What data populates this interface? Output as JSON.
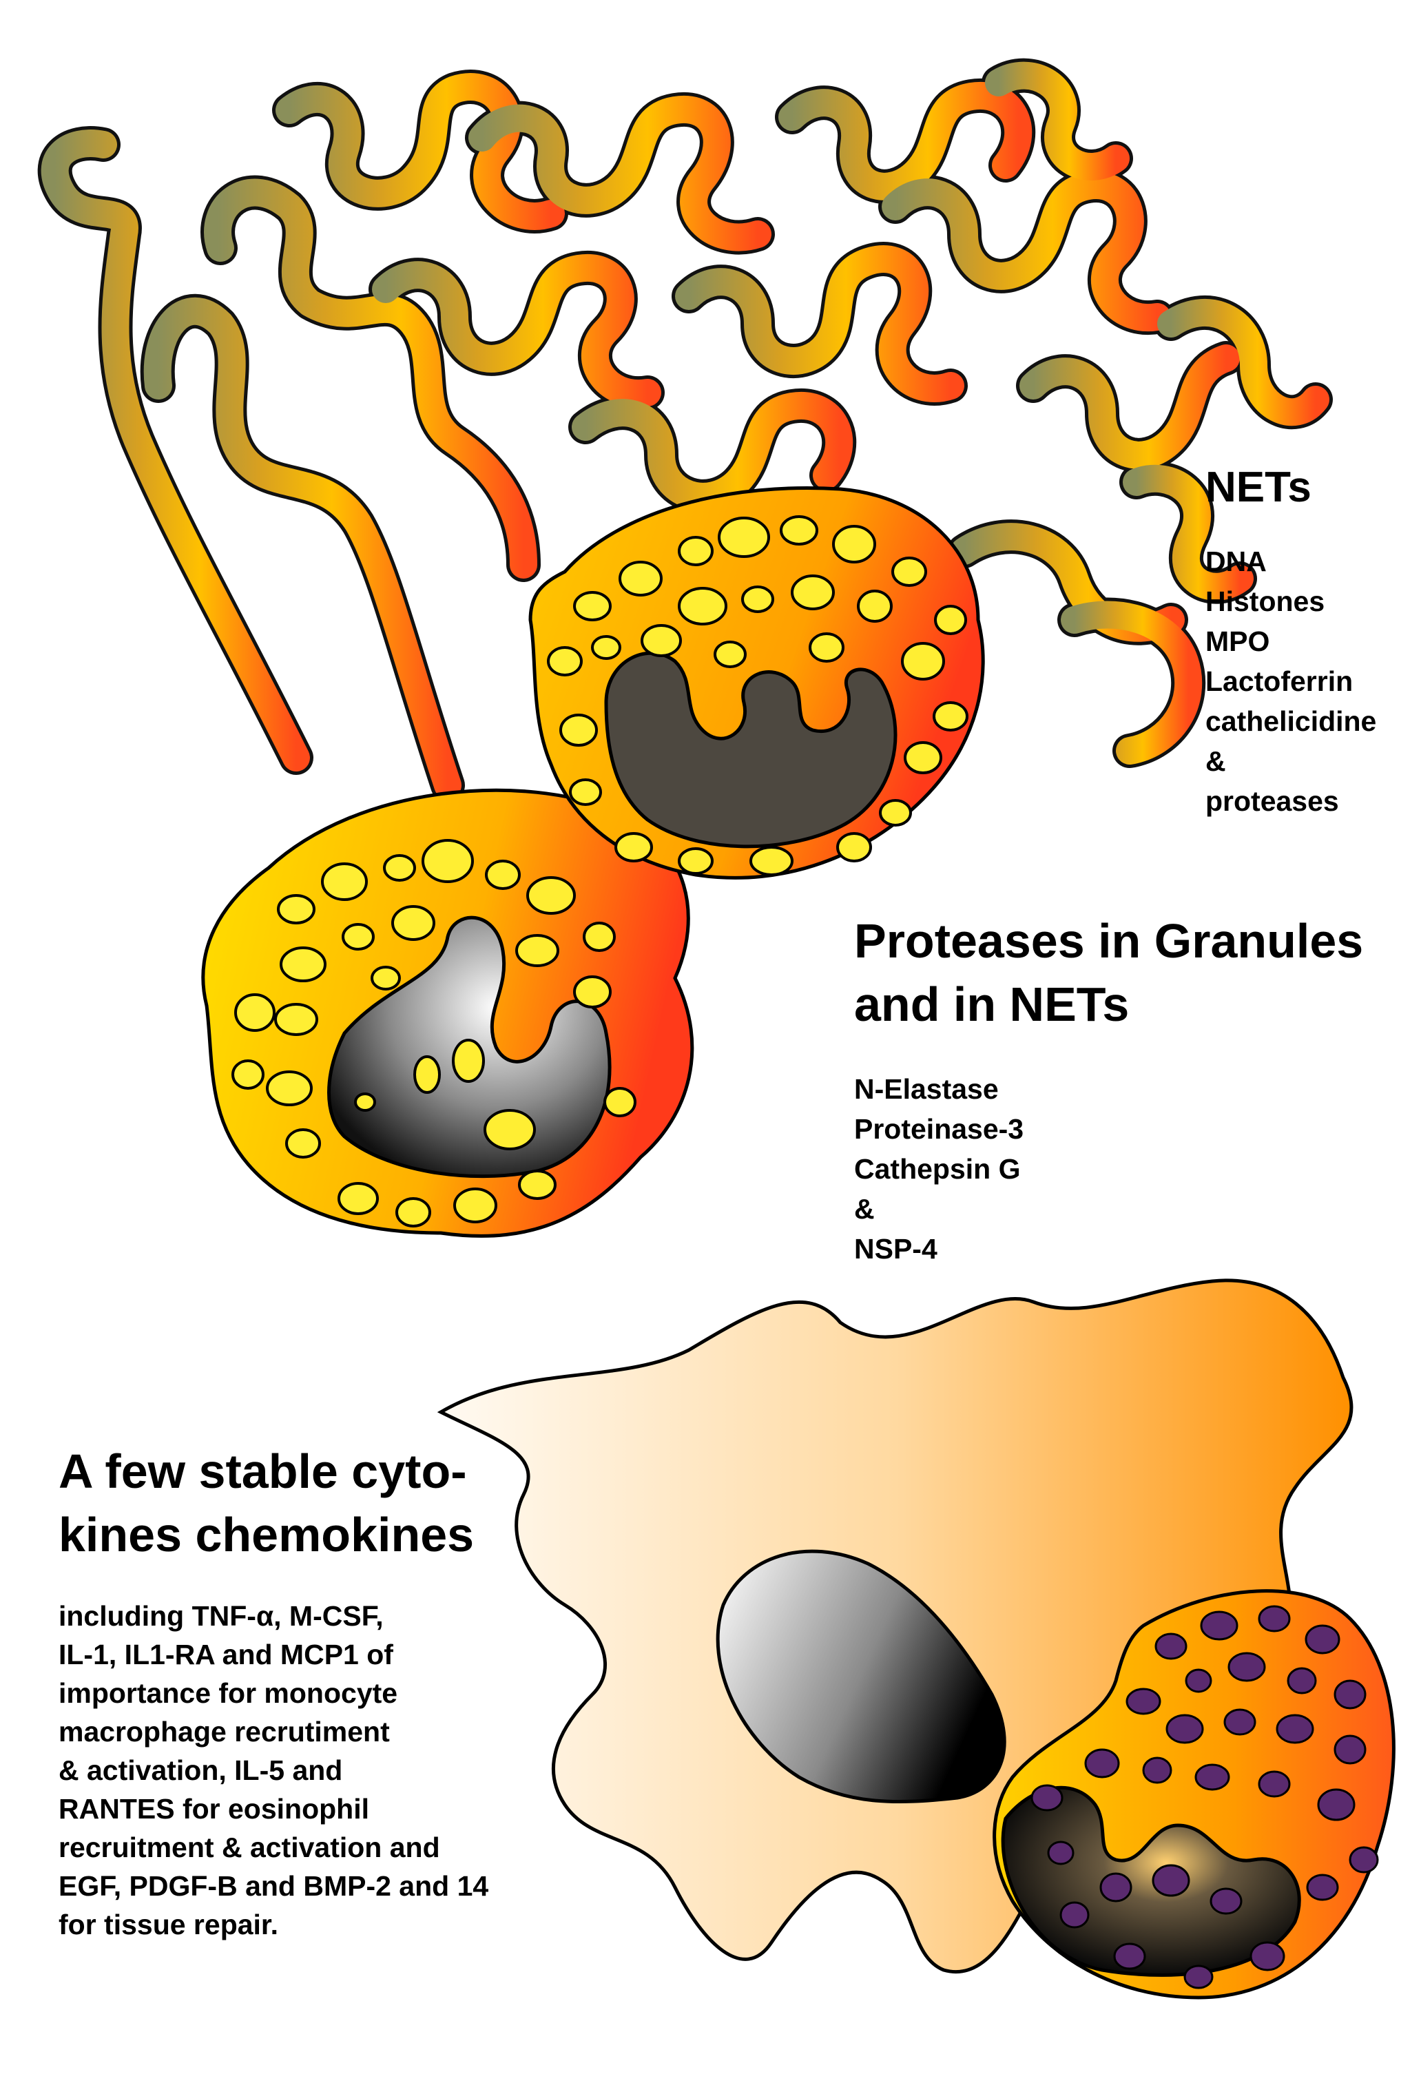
{
  "nets_panel": {
    "title": "NETs",
    "items": [
      "DNA",
      "Histones",
      "MPO",
      "Lactoferrin",
      "cathelicidine",
      "&",
      "proteases"
    ]
  },
  "protease_panel": {
    "title_line1": "Proteases in Granules",
    "title_line2": "and in NETs",
    "items": [
      "N-Elastase",
      "Proteinase-3",
      "Cathepsin G",
      "&",
      "NSP-4"
    ]
  },
  "cytokine_panel": {
    "title_line1": "A few stable cyto-",
    "title_line2": "kines chemokines",
    "lines": [
      "including  TNF-α, M-CSF,",
      "IL-1, IL1-RA and MCP1 of",
      "importance for monocyte",
      "macrophage recrutiment",
      "& activation,  IL-5 and",
      "RANTES for eosinophil",
      "recruitment & activation and",
      "EGF, PDGF-B and BMP-2 and 14",
      "for tissue repair."
    ]
  },
  "colors": {
    "net_start": "#8a8f5a",
    "net_mid": "#f4b400",
    "net_end": "#ff4a1a",
    "cell_yellow": "#ffd000",
    "cell_orange": "#ff8a00",
    "cell_red": "#ff3a1a",
    "granule": "#ffee33",
    "nucleus_dark": "#4d4840",
    "macrophage_light": "#fff3e0",
    "macrophage_dark": "#ff9000",
    "eos_granule": "#5a2a6e"
  }
}
